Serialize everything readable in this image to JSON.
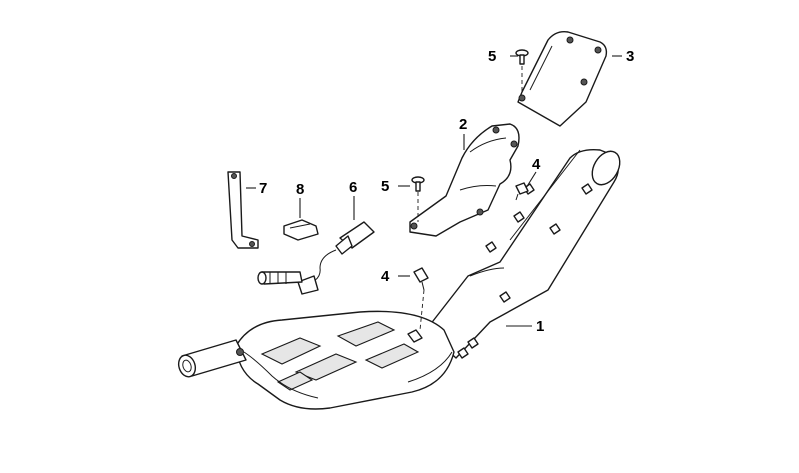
{
  "callouts": {
    "c1": "1",
    "c2": "2",
    "c3": "3",
    "c4a": "4",
    "c4b": "4",
    "c5a": "5",
    "c5b": "5",
    "c6": "6",
    "c7": "7",
    "c8": "8"
  }
}
